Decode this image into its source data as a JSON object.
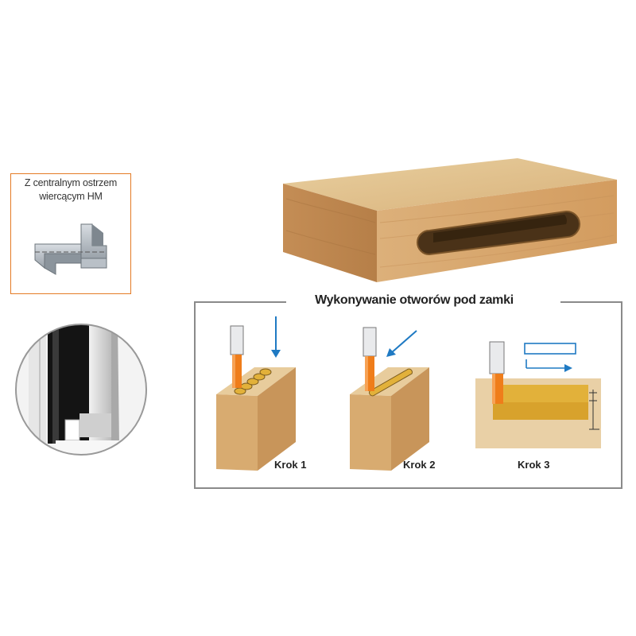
{
  "badge": {
    "caption_line1": "Z centralnym ostrzem",
    "caption_line2": "wiercącym HM"
  },
  "steps": {
    "title": "Wykonywanie otworów pod zamki",
    "items": [
      {
        "label": "Krok 1"
      },
      {
        "label": "Krok 2"
      },
      {
        "label": "Krok 3"
      }
    ]
  },
  "colors": {
    "accent_orange": "#e47b25",
    "arrow_blue": "#1f7ac3",
    "wood_light": "#e2c392",
    "wood_mid": "#d4a66a",
    "slot_yellow": "#e2b13a",
    "frame_gray": "#8a8a8a"
  }
}
